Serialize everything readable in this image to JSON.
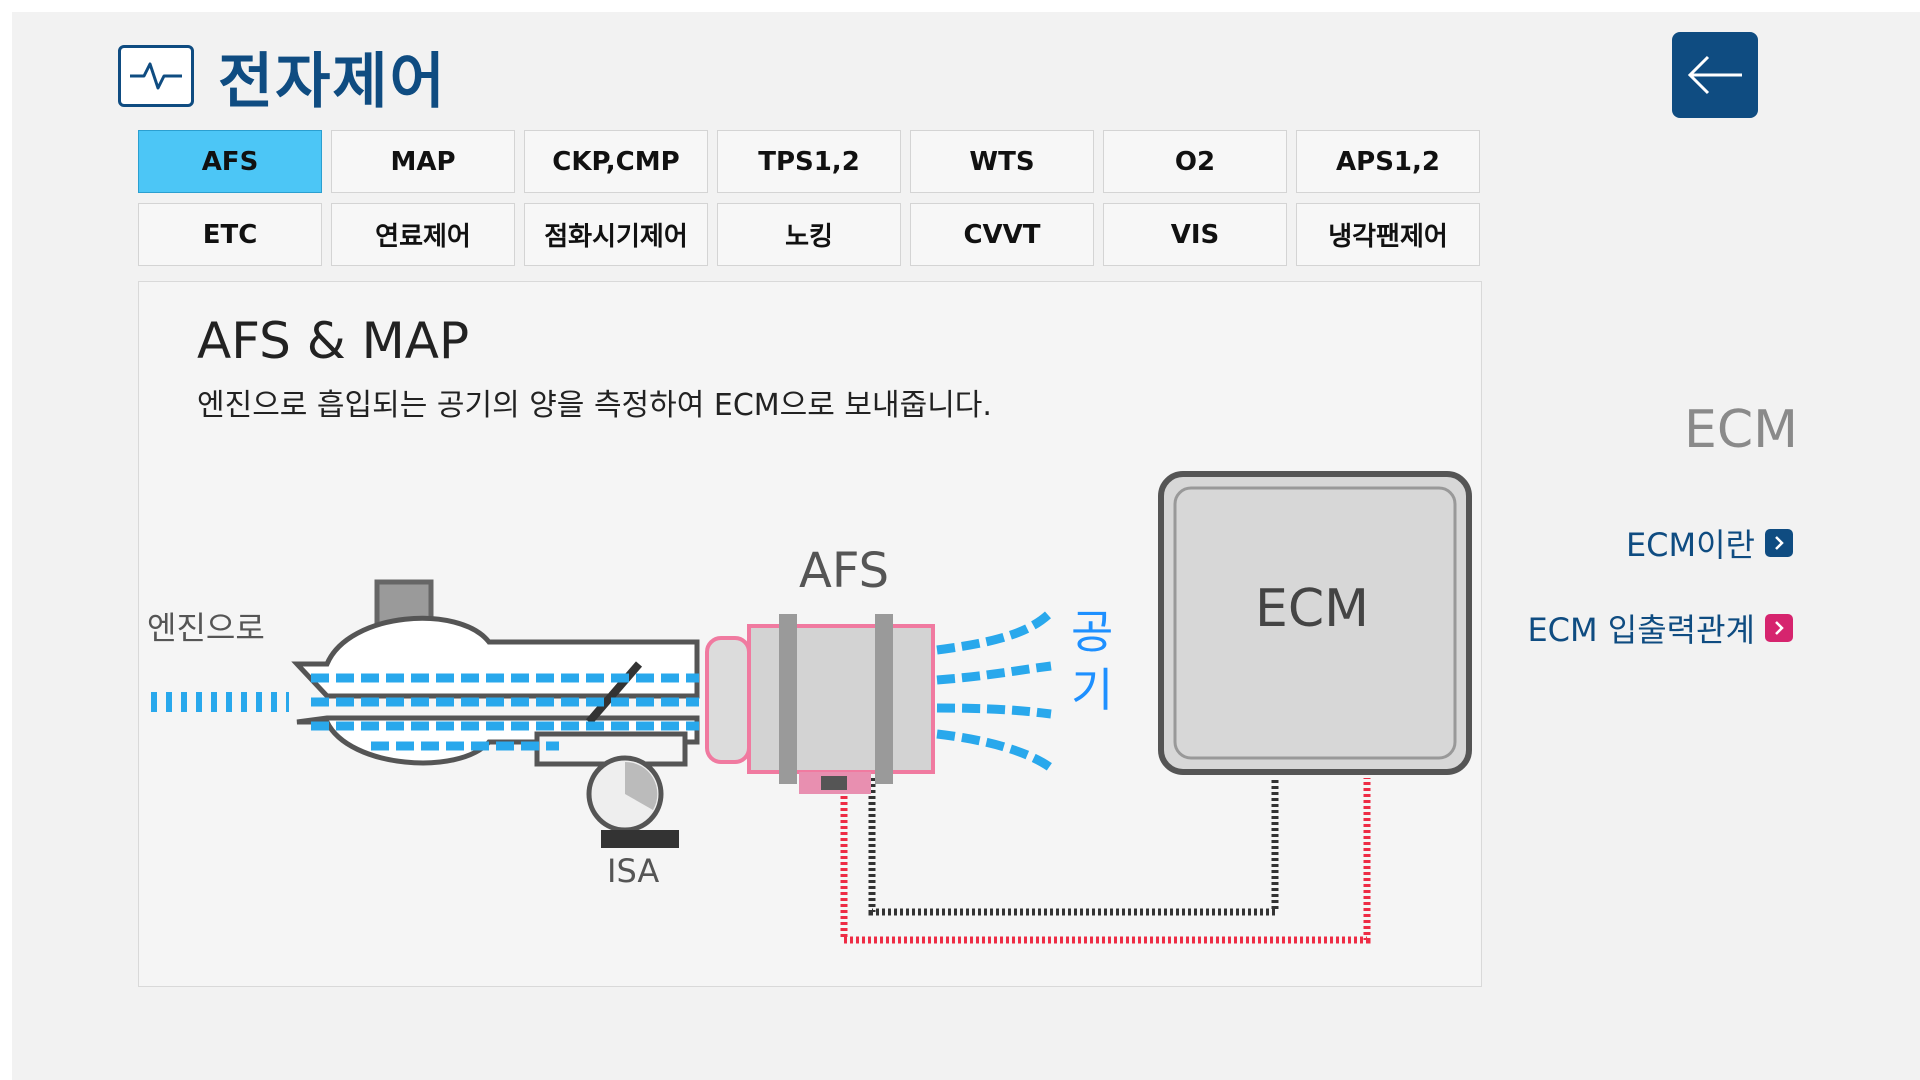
{
  "header": {
    "title": "전자제어",
    "icon": "pulse-monitor-icon"
  },
  "back_button": {
    "icon": "arrow-left-icon"
  },
  "tabs": [
    {
      "label": "AFS",
      "active": true
    },
    {
      "label": "MAP"
    },
    {
      "label": "CKP,CMP"
    },
    {
      "label": "TPS1,2"
    },
    {
      "label": "WTS"
    },
    {
      "label": "O2"
    },
    {
      "label": "APS1,2"
    },
    {
      "label": "ETC"
    },
    {
      "label": "연료제어"
    },
    {
      "label": "점화시기제어"
    },
    {
      "label": "노킹"
    },
    {
      "label": "CVVT"
    },
    {
      "label": "VIS"
    },
    {
      "label": "냉각팬제어"
    }
  ],
  "content": {
    "title": "AFS & MAP",
    "description": "엔진으로 흡입되는 공기의 양을 측정하여 ECM으로 보내줍니다.",
    "diagram": {
      "engine_label": "엔진으로",
      "isa_label": "ISA",
      "afs_label": "AFS",
      "air_label_1": "공",
      "air_label_2": "기",
      "ecm_label": "ECM"
    }
  },
  "sidebar": {
    "title": "ECM",
    "links": [
      {
        "label": "ECM이란",
        "accent": "#0f4c81"
      },
      {
        "label": "ECM 입출력관계",
        "accent": "#d6246e"
      }
    ]
  },
  "colors": {
    "brand": "#0f4c81",
    "active_tab": "#4cc6f6",
    "air_flow": "#29a8ec",
    "signal_red": "#ee2c45"
  }
}
